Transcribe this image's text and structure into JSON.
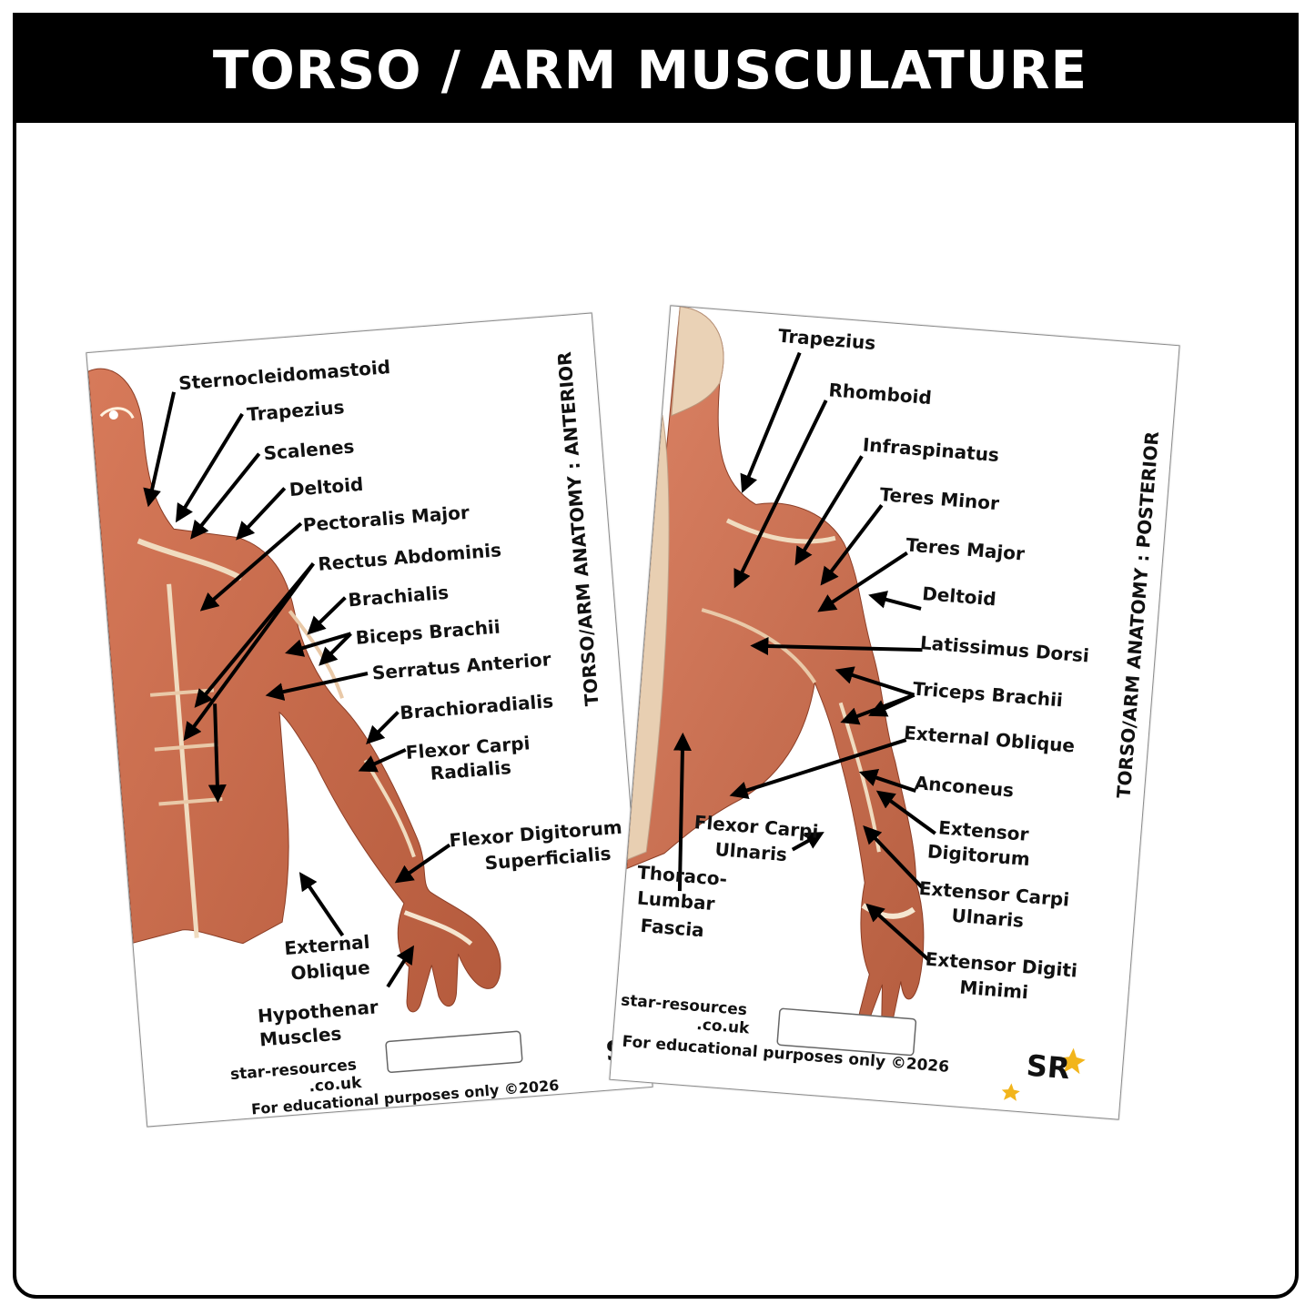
{
  "title": "TORSO / ARM MUSCULATURE",
  "anterior": {
    "side_title": "TORSO/ARM ANATOMY : ANTERIOR",
    "labels": {
      "sternocleidomastoid": "Sternocleidomastoid",
      "trapezius": "Trapezius",
      "scalenes": "Scalenes",
      "deltoid": "Deltoid",
      "pectoralis_major": "Pectoralis Major",
      "rectus_abdominis": "Rectus Abdominis",
      "brachialis": "Brachialis",
      "biceps_brachii": "Biceps Brachii",
      "serratus_anterior": "Serratus Anterior",
      "brachioradialis": "Brachioradialis",
      "flexor_carpi_radialis_1": "Flexor Carpi",
      "flexor_carpi_radialis_2": "Radialis",
      "flexor_digitorum_1": "Flexor Digitorum",
      "flexor_digitorum_2": "Superficialis",
      "external_oblique_1": "External",
      "external_oblique_2": "Oblique",
      "hypothenar_1": "Hypothenar",
      "hypothenar_2": "Muscles"
    },
    "website_1": "star-resources",
    "website_2": ".co.uk",
    "copyright": "For educational purposes only ©2026",
    "logo": "SR"
  },
  "posterior": {
    "side_title": "TORSO/ARM ANATOMY : POSTERIOR",
    "labels": {
      "trapezius": "Trapezius",
      "rhomboid": "Rhomboid",
      "infraspinatus": "Infraspinatus",
      "teres_minor": "Teres Minor",
      "teres_major": "Teres Major",
      "deltoid": "Deltoid",
      "latissimus_dorsi": "Latissimus Dorsi",
      "triceps_brachii": "Triceps Brachii",
      "external_oblique": "External Oblique",
      "anconeus": "Anconeus",
      "extensor_digitorum_1": "Extensor",
      "extensor_digitorum_2": "Digitorum",
      "flexor_carpi_ulnaris_1": "Flexor Carpi",
      "flexor_carpi_ulnaris_2": "Ulnaris",
      "extensor_carpi_ulnaris_1": "Extensor Carpi",
      "extensor_carpi_ulnaris_2": "Ulnaris",
      "thoracolumbar_1": "Thoraco-",
      "thoracolumbar_2": "Lumbar",
      "thoracolumbar_3": "Fascia",
      "extensor_digiti_minimi_1": "Extensor Digiti",
      "extensor_digiti_minimi_2": "Minimi"
    },
    "website_1": "star-resources",
    "website_2": ".co.uk",
    "copyright": "For educational purposes only ©2026",
    "logo": "SR"
  },
  "colors": {
    "muscle": "#c8684a",
    "muscle_dark": "#a24a30",
    "tendon": "#f0dcc0",
    "logo_star": "#f2b51c"
  }
}
